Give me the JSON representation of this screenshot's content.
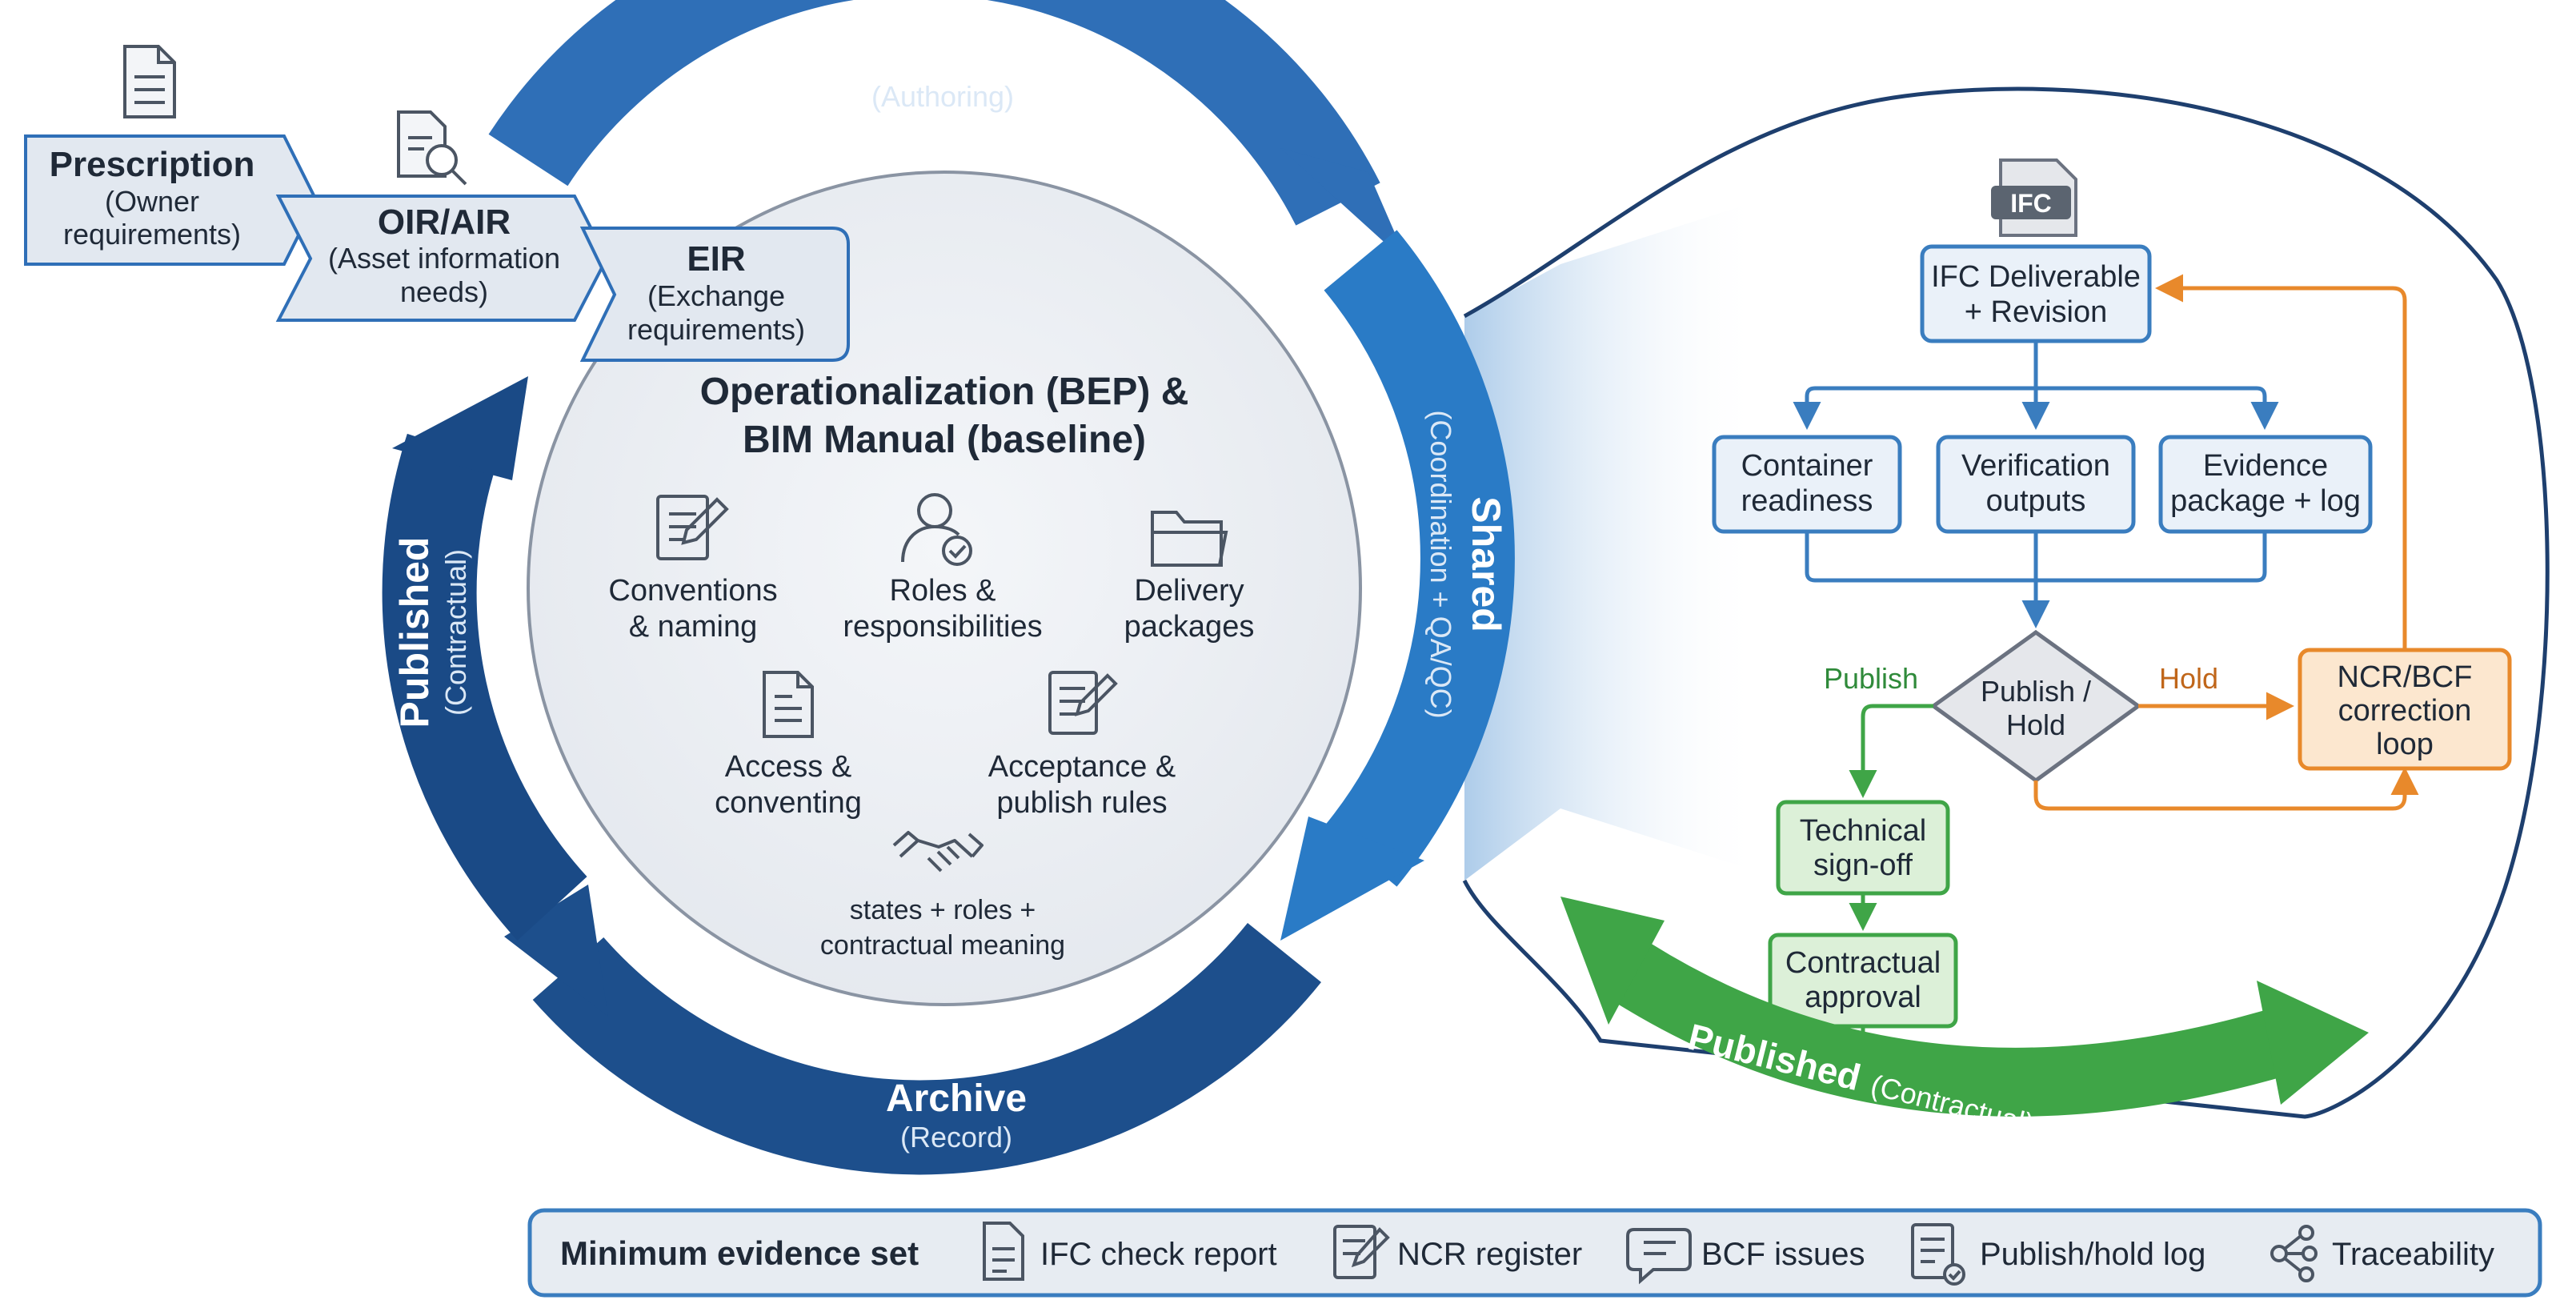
{
  "lifecycle": {
    "wip": {
      "title": "WIP",
      "sub": "(Authoring)"
    },
    "shared": {
      "title": "Shared",
      "sub": "(Coordination + QA/QC)"
    },
    "archive": {
      "title": "Archive",
      "sub": "(Record)"
    },
    "published": {
      "title": "Published",
      "sub": "(Contractual)"
    }
  },
  "requirements": {
    "prescription": {
      "title": "Prescription",
      "line1": "(Owner",
      "line2": "requirements)"
    },
    "oir": {
      "title": "OIR/AIR",
      "line1": "(Asset information",
      "line2": "needs)"
    },
    "eir": {
      "title": "EIR",
      "line1": "(Exchange",
      "line2": "requirements)"
    }
  },
  "core": {
    "title1": "Operationalization (BEP) &",
    "title2": "BIM Manual (baseline)",
    "conventions": {
      "line1": "Conventions",
      "line2": "& naming"
    },
    "roles": {
      "line1": "Roles &",
      "line2": "responsibilities"
    },
    "delivery": {
      "line1": "Delivery",
      "line2": "packages"
    },
    "access": {
      "line1": "Access &",
      "line2": "conventing"
    },
    "acceptance": {
      "line1": "Acceptance &",
      "line2": "publish rules"
    },
    "states": {
      "line1": "states + roles +",
      "line2": "contractual meaning"
    }
  },
  "flow": {
    "ifc_badge": "IFC",
    "deliverable": {
      "line1": "IFC Deliverable",
      "line2": "+ Revision"
    },
    "container": {
      "line1": "Container",
      "line2": "readiness"
    },
    "verification": {
      "line1": "Verification",
      "line2": "outputs"
    },
    "evidence": {
      "line1": "Evidence",
      "line2": "package + log"
    },
    "decision": {
      "line1": "Publish /",
      "line2": "Hold"
    },
    "publish_label": "Publish",
    "hold_label": "Hold",
    "ncr": {
      "line1": "NCR/BCF",
      "line2": "correction",
      "line3": "loop"
    },
    "technical": {
      "line1": "Technical",
      "line2": "sign-off"
    },
    "contractual": {
      "line1": "Contractual",
      "line2": "approval"
    },
    "published_arc": {
      "title": "Published",
      "sub": "(Contractual)"
    }
  },
  "evidence_bar": {
    "title": "Minimum evidence set",
    "items": [
      {
        "label": "IFC check report",
        "icon": "document-icon"
      },
      {
        "label": "NCR register",
        "icon": "edit-list-icon"
      },
      {
        "label": "BCF issues",
        "icon": "chat-icon"
      },
      {
        "label": "Publish/hold log",
        "icon": "checklist-icon"
      },
      {
        "label": "Traceability",
        "icon": "network-icon"
      }
    ]
  },
  "colors": {
    "wip": "#2f6fb7",
    "shared": "#2a7bc6",
    "archive": "#1d4f8c",
    "published": "#1a4a86",
    "green": "#3fa547",
    "orange": "#e8892b",
    "flow_blue": "#3a7dbf"
  }
}
